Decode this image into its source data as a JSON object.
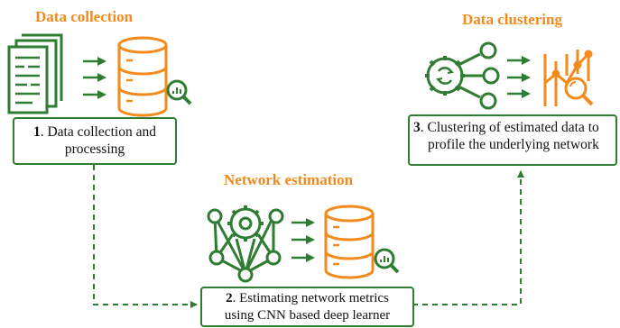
{
  "stages": {
    "collection": {
      "title": "Data collection",
      "number": "1",
      "line1": ". Data collection and",
      "line2": "processing"
    },
    "estimation": {
      "title": "Network estimation",
      "number": "2",
      "line1": ". Estimating network metrics",
      "line2": "using CNN based deep learner"
    },
    "clustering": {
      "title": "Data clustering",
      "number": "3",
      "line1": ". Clustering of estimated data to",
      "line2": "profile the underlying network"
    }
  },
  "colors": {
    "green": "#2e7d32",
    "orange": "#f28a1c",
    "text": "#111111"
  },
  "icons": [
    "document-icon",
    "database-search-icon",
    "gear-network-icon",
    "chart-search-icon",
    "arrow-icon"
  ]
}
